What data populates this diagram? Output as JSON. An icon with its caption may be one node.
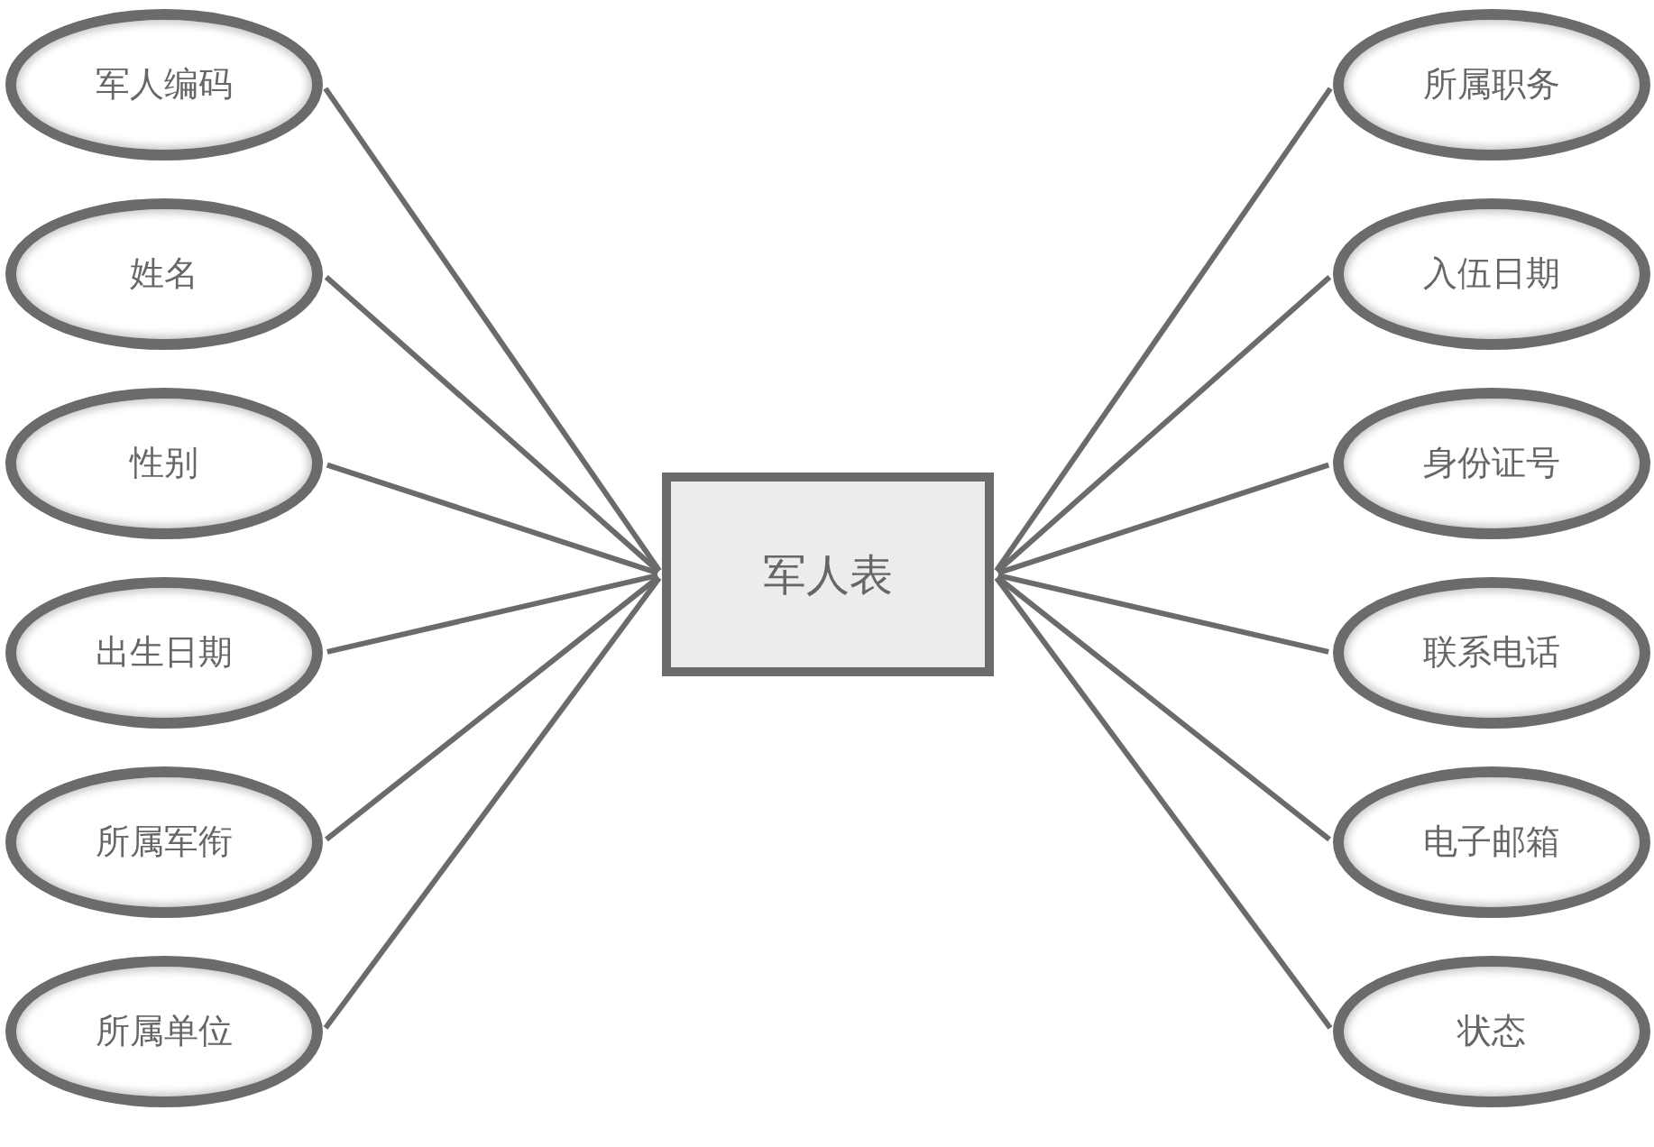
{
  "diagram": {
    "nodes": [
      {
        "text": [
          "军人表"
        ]
      },
      {
        "text": [
          "军人编码"
        ]
      },
      {
        "text": [
          "姓名"
        ]
      },
      {
        "text": [
          "性别"
        ]
      },
      {
        "text": [
          "出生日期"
        ]
      },
      {
        "text": [
          "所属军衔"
        ]
      },
      {
        "text": [
          "所属单位"
        ]
      },
      {
        "text": [
          "所属职务"
        ]
      },
      {
        "text": [
          "入伍日期"
        ]
      },
      {
        "text": [
          "身份证号"
        ]
      },
      {
        "text": [
          "联系电话"
        ]
      },
      {
        "text": [
          "电子邮箱"
        ]
      },
      {
        "text": [
          "状态"
        ]
      }
    ],
    "edges": [
      {
        "from": 0,
        "to": 1,
        "arrow": "none"
      },
      {
        "from": 0,
        "to": 2,
        "arrow": "none"
      },
      {
        "from": 0,
        "to": 3,
        "arrow": "none"
      },
      {
        "from": 0,
        "to": 4,
        "arrow": "none"
      },
      {
        "from": 0,
        "to": 5,
        "arrow": "none"
      },
      {
        "from": 0,
        "to": 6,
        "arrow": "none"
      },
      {
        "from": 0,
        "to": 7,
        "arrow": "none"
      },
      {
        "from": 0,
        "to": 8,
        "arrow": "none"
      },
      {
        "from": 0,
        "to": 9,
        "arrow": "none"
      },
      {
        "from": 0,
        "to": 10,
        "arrow": "none"
      },
      {
        "from": 0,
        "to": 11,
        "arrow": "none"
      },
      {
        "from": 0,
        "to": 12,
        "arrow": "none"
      }
    ]
  }
}
